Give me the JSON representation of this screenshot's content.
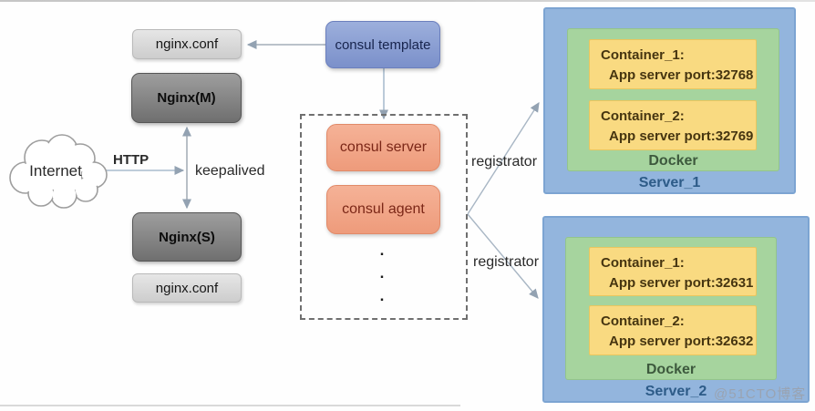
{
  "diagram": {
    "internet": "Internet",
    "http": "HTTP",
    "keepalived": "keepalived",
    "nginx_conf_top": "nginx.conf",
    "nginx_master": "Nginx(M)",
    "nginx_slave": "Nginx(S)",
    "nginx_conf_bottom": "nginx.conf",
    "consul_template": "consul template",
    "consul_server": "consul server",
    "consul_agent": "consul agent",
    "dot": ".",
    "registrator_top": "registrator",
    "registrator_bottom": "registrator",
    "servers": [
      {
        "name": "Server_1",
        "docker_label": "Docker",
        "containers": [
          {
            "title": "Container_1:",
            "detail": "App server port:32768"
          },
          {
            "title": "Container_2:",
            "detail": "App server port:32769"
          }
        ]
      },
      {
        "name": "Server_2",
        "docker_label": "Docker",
        "containers": [
          {
            "title": "Container_1:",
            "detail": "App server port:32631"
          },
          {
            "title": "Container_2:",
            "detail": "App server port:32632"
          }
        ]
      }
    ],
    "watermark": "@51CTO博客"
  },
  "colors": {
    "consul_template_blue": "#8499cf",
    "consul_salmon": "#f0a183",
    "server_blue": "#93b5dd",
    "docker_green": "#a6d49e",
    "container_yellow": "#f9da81",
    "nginx_dark_gray": "#7f7f7f",
    "nginx_conf_gray": "#d9d9d9",
    "connector_gray": "#9aa7b5"
  }
}
